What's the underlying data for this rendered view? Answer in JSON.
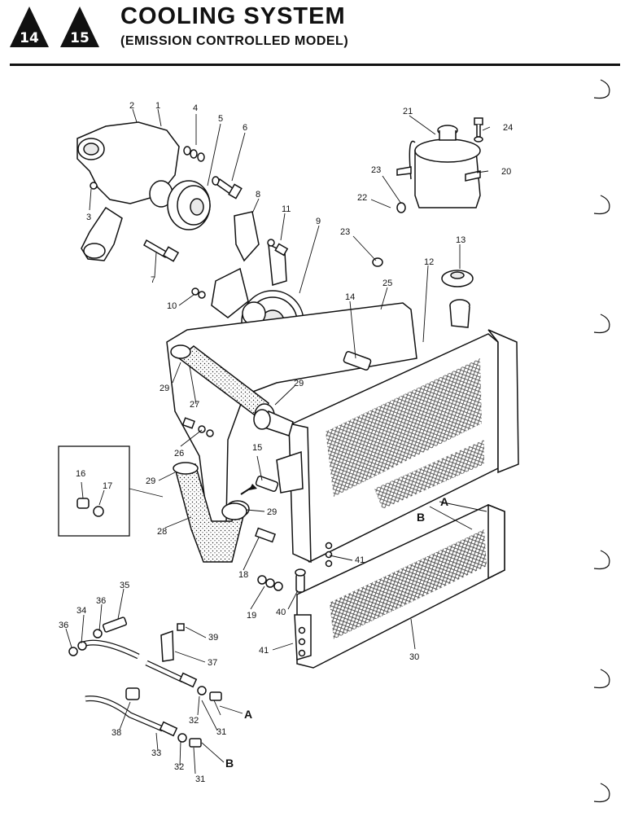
{
  "header": {
    "badges": [
      "14",
      "15"
    ],
    "title": "COOLING SYSTEM",
    "subtitle": "(EMISSION CONTROLLED MODEL)"
  },
  "callouts": {
    "n1": "1",
    "n2": "2",
    "n3": "3",
    "n4": "4",
    "n5": "5",
    "n6": "6",
    "n7": "7",
    "n8": "8",
    "n9": "9",
    "n10": "10",
    "n11": "11",
    "n12": "12",
    "n13": "13",
    "n14": "14",
    "n15": "15",
    "n16": "16",
    "n17": "17",
    "n18": "18",
    "n19": "19",
    "n20": "20",
    "n21": "21",
    "n22": "22",
    "n23a": "23",
    "n23b": "23",
    "n24": "24",
    "n25": "25",
    "n26": "26",
    "n27": "27",
    "n28": "28",
    "n29a": "29",
    "n29b": "29",
    "n29c": "29",
    "n29d": "29",
    "n30": "30",
    "n31a": "31",
    "n31b": "31",
    "n32a": "32",
    "n32b": "32",
    "n33": "33",
    "n34": "34",
    "n35": "35",
    "n36a": "36",
    "n36b": "36",
    "n37": "37",
    "n38": "38",
    "n39": "39",
    "n40": "40",
    "n41a": "41",
    "n41b": "41",
    "letterA1": "A",
    "letterB1": "B",
    "letterA2": "A",
    "letterB2": "B"
  }
}
